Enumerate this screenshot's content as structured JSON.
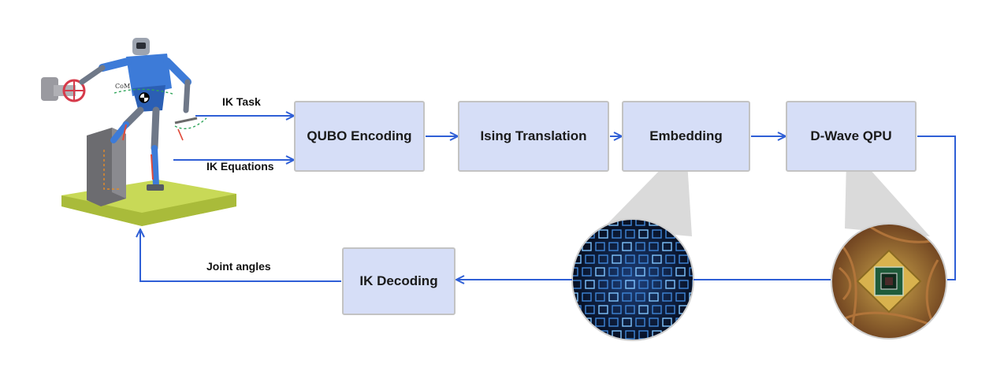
{
  "colors": {
    "box_fill": "#d6def7",
    "box_border": "#c3c3c3",
    "arrow": "#2f5fd6"
  },
  "nodes": {
    "qubo": "QUBO Encoding",
    "ising": "Ising Translation",
    "embedding": "Embedding",
    "dwave": "D-Wave QPU",
    "decoding": "IK Decoding"
  },
  "edge_labels": {
    "ik_task": "IK Task",
    "ik_equations": "IK Equations",
    "joint_angles": "Joint angles"
  },
  "illustrations": {
    "robot_label": "CoM"
  }
}
